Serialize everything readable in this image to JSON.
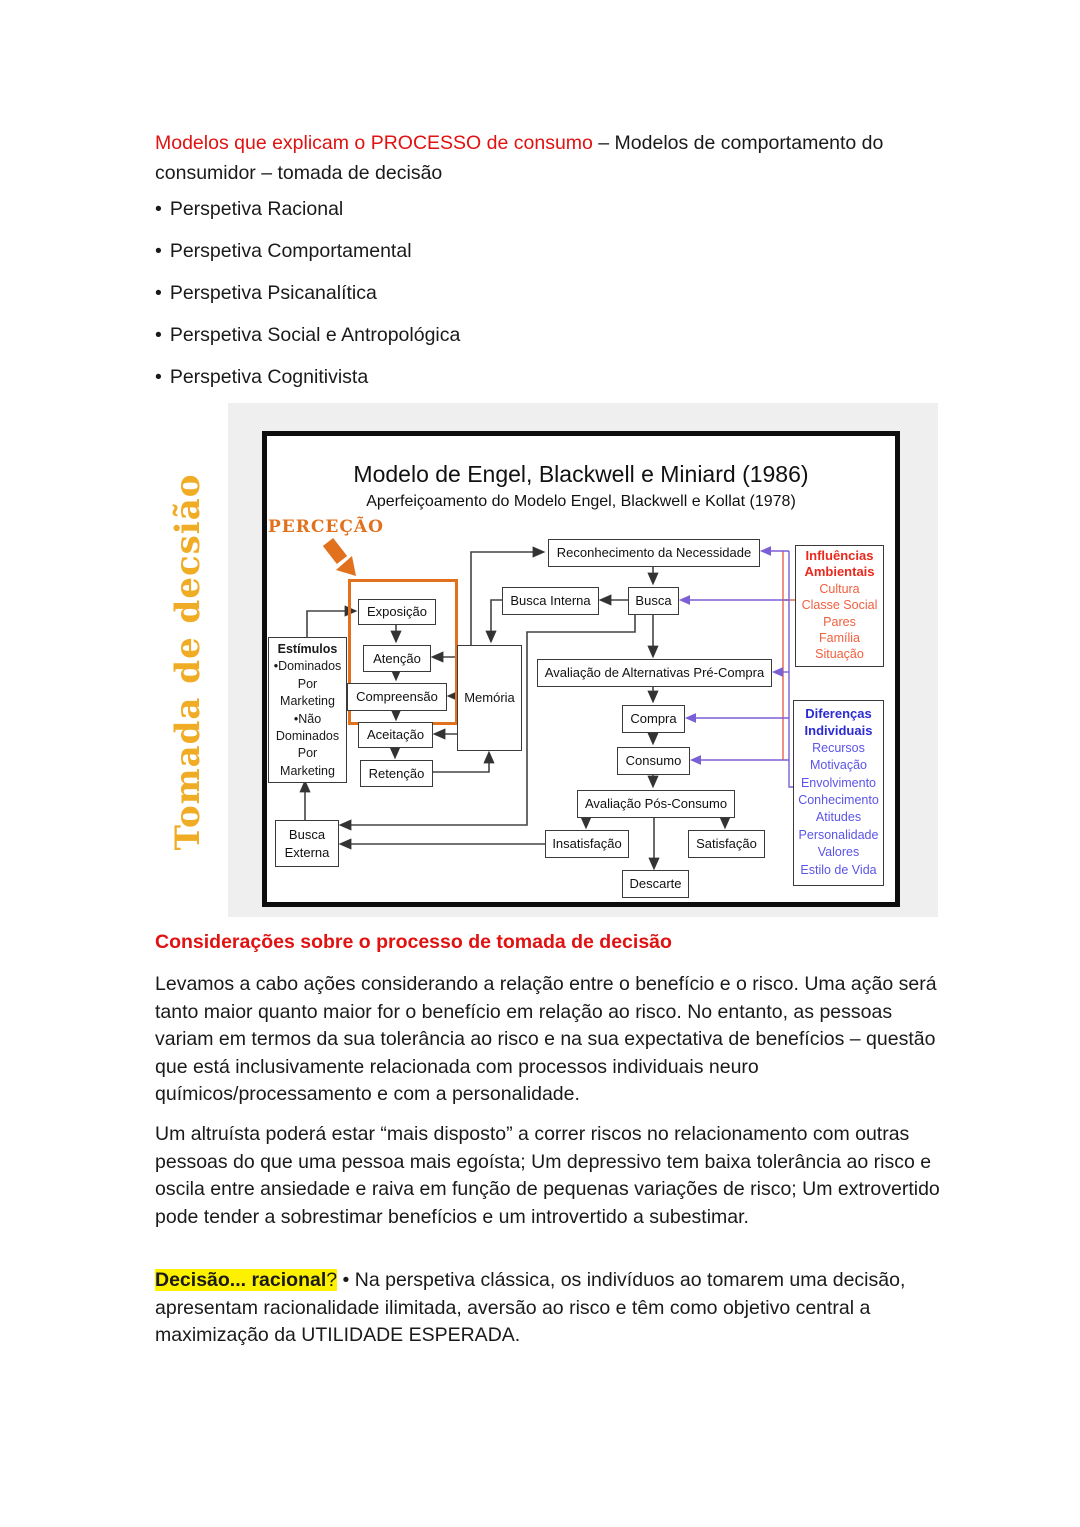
{
  "page": {
    "bullet_char": "•",
    "heading_red": "Modelos que explicam o PROCESSO de consumo",
    "heading_black": " – Modelos de comportamento do consumidor – tomada de decisão",
    "bullets": [
      "Perspetiva Racional",
      "Perspetiva Comportamental",
      "Perspetiva Psicanalítica",
      "Perspetiva Social e Antropológica",
      "Perspetiva Cognitivista"
    ],
    "section_heading": "Considerações sobre o processo de tomada de decisão",
    "paragraph1": "Levamos a cabo ações considerando a relação entre o benefício e o risco. Uma ação será tanto maior quanto maior for o benefício em relação ao risco. No entanto, as pessoas variam em termos da sua tolerância ao risco e na sua expectativa de benefícios – questão que está inclusivamente relacionada com processos individuais neuro químicos/processamento e com a personalidade.",
    "paragraph2": "Um altruísta poderá estar “mais disposto” a correr riscos no relacionamento com outras pessoas do que uma pessoa mais egoísta; Um depressivo tem baixa tolerância ao risco e oscila entre ansiedade e raiva em função de pequenas variações de risco; Um extrovertido pode tender a sobrestimar benefícios e um introvertido a subestimar.",
    "paragraph3_highlight_bold": "Decisão... racional",
    "paragraph3_highlight_q": "?",
    "paragraph3_rest": " • Na perspetiva clássica, os indivíduos ao tomarem uma decisão, apresentam racionalidade ilimitada, aversão ao risco e têm como objetivo central a maximização da UTILIDADE ESPERADA."
  },
  "figure": {
    "side_label": "Tomada de decsião",
    "title": "Modelo de Engel, Blackwell e Miniard (1986)",
    "subtitle": "Aperfeiçoamento do Modelo Engel, Blackwell e Kollat (1978)",
    "percecao_label": "PERCEÇÃO",
    "boxes": {
      "exposicao": "Exposição",
      "atencao": "Atenção",
      "compreensao": "Compreensão",
      "aceitacao": "Aceitação",
      "retencao": "Retenção",
      "memoria": "Memória",
      "reconhecimento": "Reconhecimento da Necessidade",
      "busca_interna": "Busca Interna",
      "busca": "Busca",
      "avaliacao_pre": "Avaliação de Alternativas Pré-Compra",
      "compra": "Compra",
      "consumo": "Consumo",
      "avaliacao_pos": "Avaliação Pós-Consumo",
      "insatisfacao": "Insatisfação",
      "satisfacao": "Satisfação",
      "descarte": "Descarte",
      "busca_externa": "Busca Externa"
    },
    "stimulos": {
      "title": "Estímulos",
      "lines": [
        "•Dominados",
        "Por",
        "Marketing",
        "•Não",
        "Dominados",
        "Por",
        "Marketing"
      ]
    },
    "influencias": {
      "title1": "Influências",
      "title2": "Ambientais",
      "items": [
        "Cultura",
        "Classe Social",
        "Pares",
        "Família",
        "Situação"
      ]
    },
    "diferencas": {
      "title1": "Diferenças",
      "title2": "Individuais",
      "items": [
        "Recursos",
        "Motivação",
        "Envolvimento",
        "Conhecimento",
        "Atitudes",
        "Personalidade",
        "Valores",
        "Estilo de Vida"
      ]
    },
    "colors": {
      "orange": "#e2711d",
      "gold_label": "#f0ac25",
      "red_heading": "#e01212",
      "influencias_red": "#e8291c",
      "diferencas_blue": "#2b2bd5",
      "arrow_purple": "#7b5fd6",
      "arrow_red": "#e8604c",
      "highlight_yellow": "#fdf100"
    }
  }
}
